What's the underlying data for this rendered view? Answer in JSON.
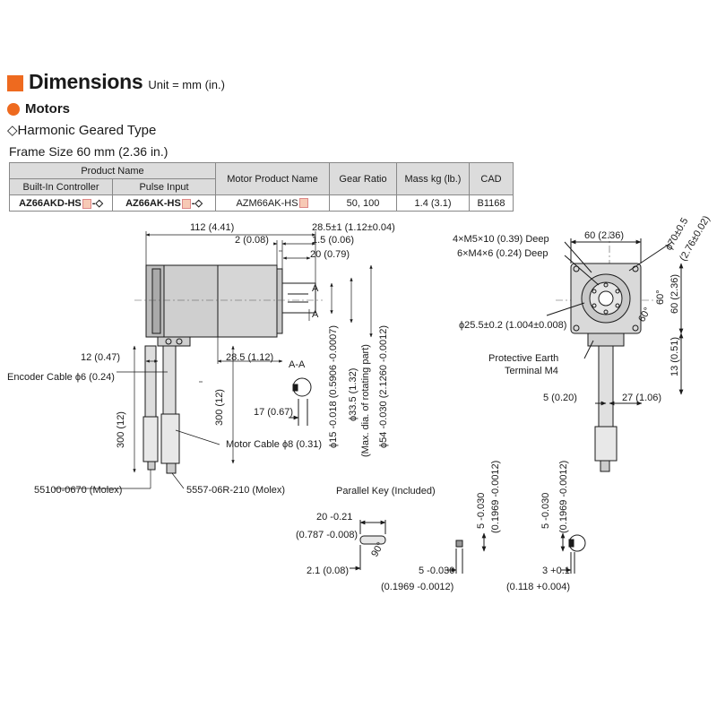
{
  "header": {
    "title": "Dimensions",
    "unit": "Unit = mm (in.)"
  },
  "section": {
    "motors": "Motors",
    "type": "◇Harmonic Geared Type",
    "frame": "Frame Size 60 mm (2.36 in.)"
  },
  "table": {
    "product_name": "Product Name",
    "col_builtin": "Built-In Controller",
    "col_pulse": "Pulse Input",
    "col_motor": "Motor Product Name",
    "col_gear": "Gear Ratio",
    "col_mass": "Mass kg (lb.)",
    "col_cad": "CAD",
    "row": {
      "builtin": "AZ66AKD-HS",
      "pulse": "AZ66AK-HS",
      "motor": "AZM66AK-HS",
      "gear": "50, 100",
      "mass": "1.4 (3.1)",
      "cad": "B1168"
    }
  },
  "labels": {
    "d112": "112 (4.41)",
    "d2": "2 (0.08)",
    "d285a": "28.5±1 (1.12±0.04)",
    "d15": "1.5 (0.06)",
    "d20": "20 (0.79)",
    "d12": "12 (0.47)",
    "d285b": "28.5 (1.12)",
    "encoder": "Encoder Cable ϕ6 (0.24)",
    "d300a": "300 (12)",
    "d300b": "300 (12)",
    "d17": "17 (0.67)",
    "aa": "A-A",
    "a1": "A",
    "a2": "A",
    "shaft15": "ϕ15 -0.018 (0.5906 -0.0007)",
    "dia335": "ϕ33.5 (1.32)",
    "maxdia": "(Max. dia. of rotating part)",
    "dia54": "ϕ54 -0.030 (2.1260 -0.0012)",
    "motorcable": "Motor Cable ϕ8 (0.31)",
    "conn1": "55100-0670 (Molex)",
    "conn2": "5557-06R-210 (Molex)",
    "holes1": "4×M5×10 (0.39) Deep",
    "holes2": "6×M4×6 (0.24) Deep",
    "d60h": "60 (2.36)",
    "dia70": "ϕ70±0.5",
    "dia70in": "(2.76±0.02)",
    "d60v": "60 (2.36)",
    "ang60a": "60°",
    "ang60b": "60°",
    "dia255": "ϕ25.5±0.2 (1.004±0.008)",
    "pe1": "Protective Earth",
    "pe2": "Terminal M4",
    "d13": "13 (0.51)",
    "d5": "5 (0.20)",
    "d27": "27 (1.06)",
    "pkey": "Parallel Key (Included)",
    "k20": "20 -0.21",
    "k0787": "(0.787 -0.008)",
    "k90": "90°",
    "k21": "2.1 (0.08)",
    "k5a": "5 -0.030",
    "k1969a": "(0.1969 -0.0012)",
    "k5b": "5 -0.030",
    "k1969b": "(0.1969 -0.0012)",
    "k5c": "5 -0.030",
    "k1969c": "(0.1969 -0.0012)",
    "k3": "3 +0.1",
    "k0118": "(0.118 +0.004)"
  },
  "colors": {
    "accent": "#ee6a1f",
    "header_bg": "#dcdcdc",
    "motor_body": "#cfcfcf"
  }
}
